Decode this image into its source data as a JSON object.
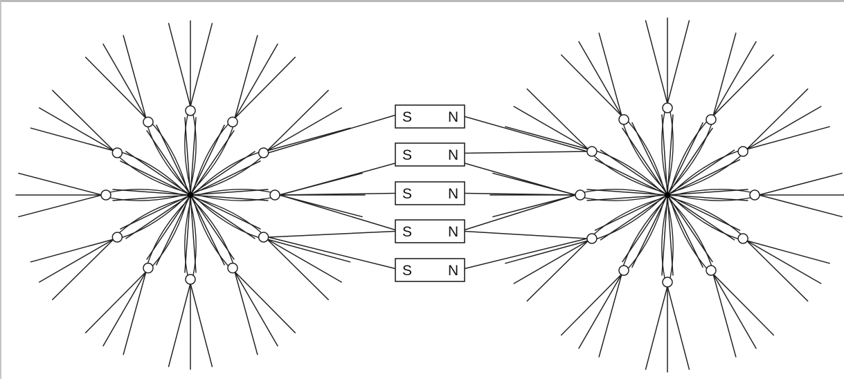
{
  "diagram": {
    "hubs": [
      {
        "id": "left-hub",
        "spokes": 12
      },
      {
        "id": "right-hub",
        "spokes": 12
      }
    ],
    "magnets": [
      {
        "south": "S",
        "north": "N"
      },
      {
        "south": "S",
        "north": "N"
      },
      {
        "south": "S",
        "north": "N"
      },
      {
        "south": "S",
        "north": "N"
      },
      {
        "south": "S",
        "north": "N"
      }
    ],
    "colors": {
      "line": "#222222",
      "background": "#ffffff",
      "hub": "#000000"
    }
  }
}
